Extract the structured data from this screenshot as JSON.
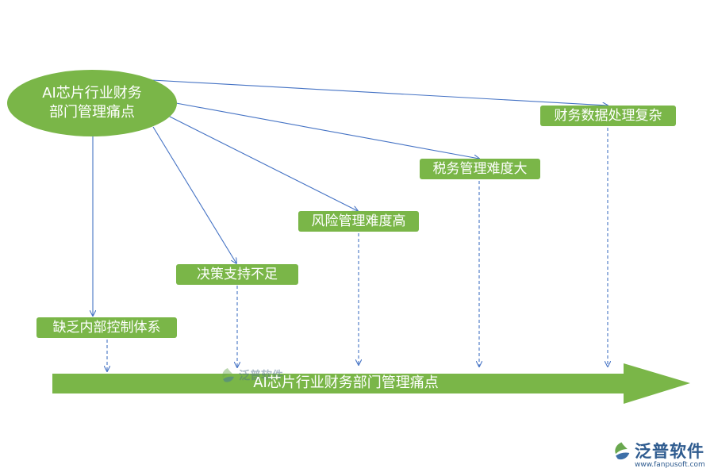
{
  "root": {
    "line1": "AI芯片行业财务",
    "line2": "部门管理痛点"
  },
  "nodes": {
    "internal_control": "缺乏内部控制体系",
    "decision_support": "决策支持不足",
    "risk_management": "风险管理难度高",
    "tax_management": "税务管理难度大",
    "financial_data": "财务数据处理复杂"
  },
  "axis": {
    "label": "AI芯片行业财务部门管理痛点"
  },
  "watermark": {
    "text": "泛普软件"
  },
  "brand": {
    "name": "泛普软件",
    "url": "www.fanpusoft.com"
  },
  "colors": {
    "green": "#7ab648",
    "arrow_blue": "#4472c4",
    "brand_blue": "#2e5b8f",
    "logo_green": "#6aa84f",
    "logo_blue": "#3d6fa8"
  },
  "icons": {
    "logo": "fanpu-logo-icon"
  }
}
